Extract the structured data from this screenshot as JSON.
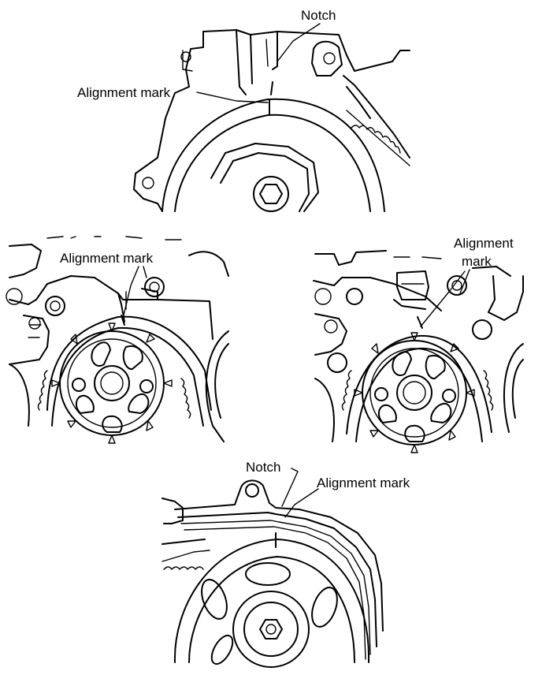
{
  "labels": {
    "top_notch": "Notch",
    "top_alignment_mark": "Alignment mark",
    "left_alignment_mark": "Alignment mark",
    "right_alignment_line1": "Alignment",
    "right_alignment_line2": "mark",
    "bottom_notch": "Notch",
    "bottom_alignment_mark": "Alignment mark"
  },
  "colors": {
    "ink": "#000000",
    "paper": "#ffffff"
  }
}
